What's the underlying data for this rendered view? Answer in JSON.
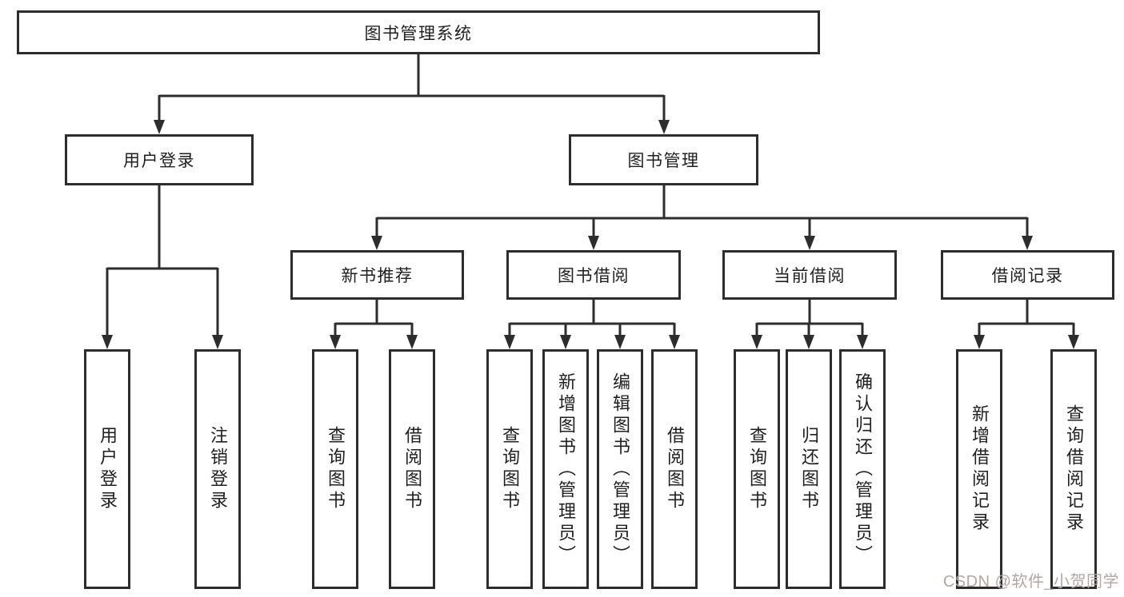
{
  "diagram": {
    "root": {
      "label": "图书管理系统"
    },
    "branches": [
      {
        "label": "用户登录",
        "children": [
          {
            "label": "用户登录"
          },
          {
            "label": "注销登录"
          }
        ]
      },
      {
        "label": "图书管理",
        "children": [
          {
            "label": "新书推荐",
            "children": [
              {
                "label": "查询图书"
              },
              {
                "label": "借阅图书"
              }
            ]
          },
          {
            "label": "图书借阅",
            "children": [
              {
                "label": "查询图书"
              },
              {
                "label": "新增图书（管理员）"
              },
              {
                "label": "编辑图书（管理员）"
              },
              {
                "label": "借阅图书"
              }
            ]
          },
          {
            "label": "当前借阅",
            "children": [
              {
                "label": "查询图书"
              },
              {
                "label": "归还图书"
              },
              {
                "label": "确认归还（管理员）"
              }
            ]
          },
          {
            "label": "借阅记录",
            "children": [
              {
                "label": "新增借阅记录"
              },
              {
                "label": "查询借阅记录"
              }
            ]
          }
        ]
      }
    ]
  },
  "watermark": {
    "text": "CSDN @软件_小贺同学"
  },
  "colors": {
    "line": "#2d2d2d",
    "border": "#2d2d2d",
    "text": "#1f1f1f",
    "background": "#ffffff",
    "watermark": "#b2a6a6"
  }
}
